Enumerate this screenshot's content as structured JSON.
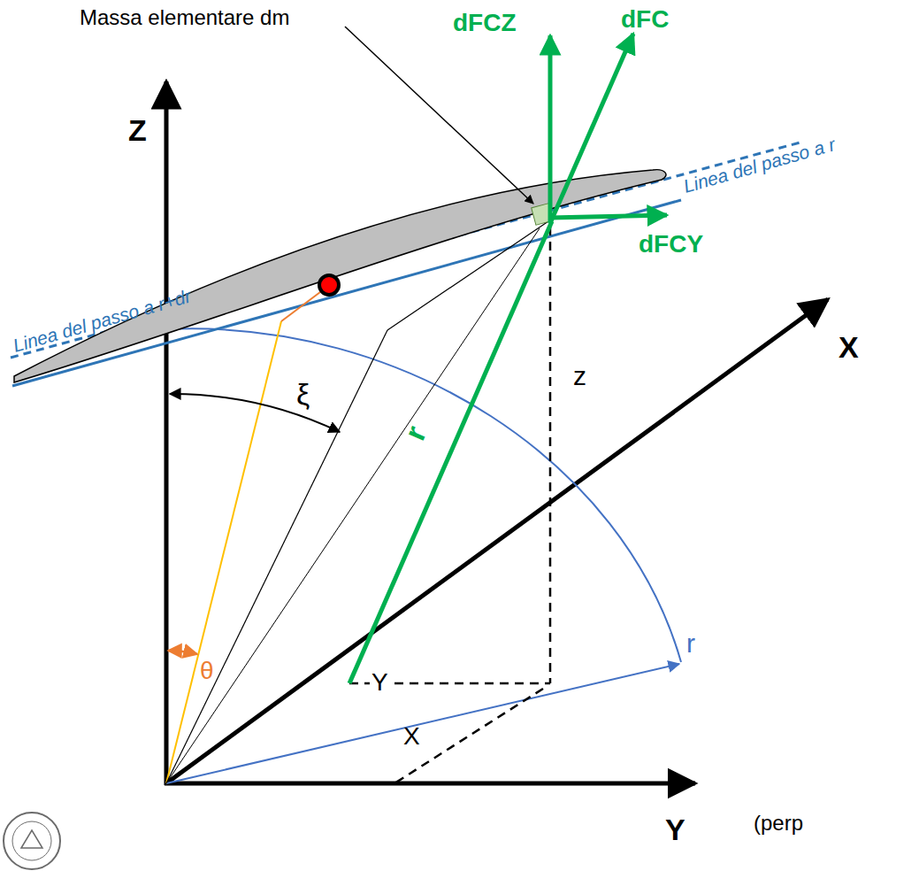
{
  "diagram": {
    "labels": [
      "Massa elementare dm",
      "dFCZ",
      "dFC",
      "Z",
      "Linea del passo a r",
      "Linea del passo a r+dr",
      "dFCY",
      "X",
      "ξ",
      "θ",
      "z",
      "r",
      "Y",
      "r",
      "X",
      "Y",
      "(perp"
    ]
  }
}
